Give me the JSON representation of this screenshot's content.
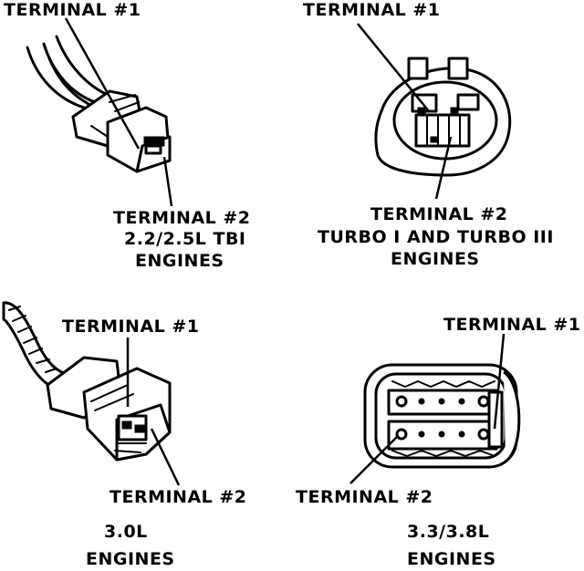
{
  "panels": {
    "tbi": {
      "terminal1": "TERMINAL #1",
      "terminal2": "TERMINAL #2",
      "caption_line1": "2.2/2.5L TBI",
      "caption_line2": "ENGINES"
    },
    "turbo": {
      "terminal1": "TERMINAL #1",
      "terminal2": "TERMINAL #2",
      "caption_line1": "TURBO I AND TURBO III",
      "caption_line2": "ENGINES"
    },
    "v6_30": {
      "terminal1": "TERMINAL #1",
      "terminal2": "TERMINAL #2",
      "caption_line1": "3.0L",
      "caption_line2": "ENGINES"
    },
    "v6_33": {
      "terminal1": "TERMINAL #1",
      "terminal2": "TERMINAL #2",
      "caption_line1": "3.3/3.8L",
      "caption_line2": "ENGINES"
    }
  }
}
